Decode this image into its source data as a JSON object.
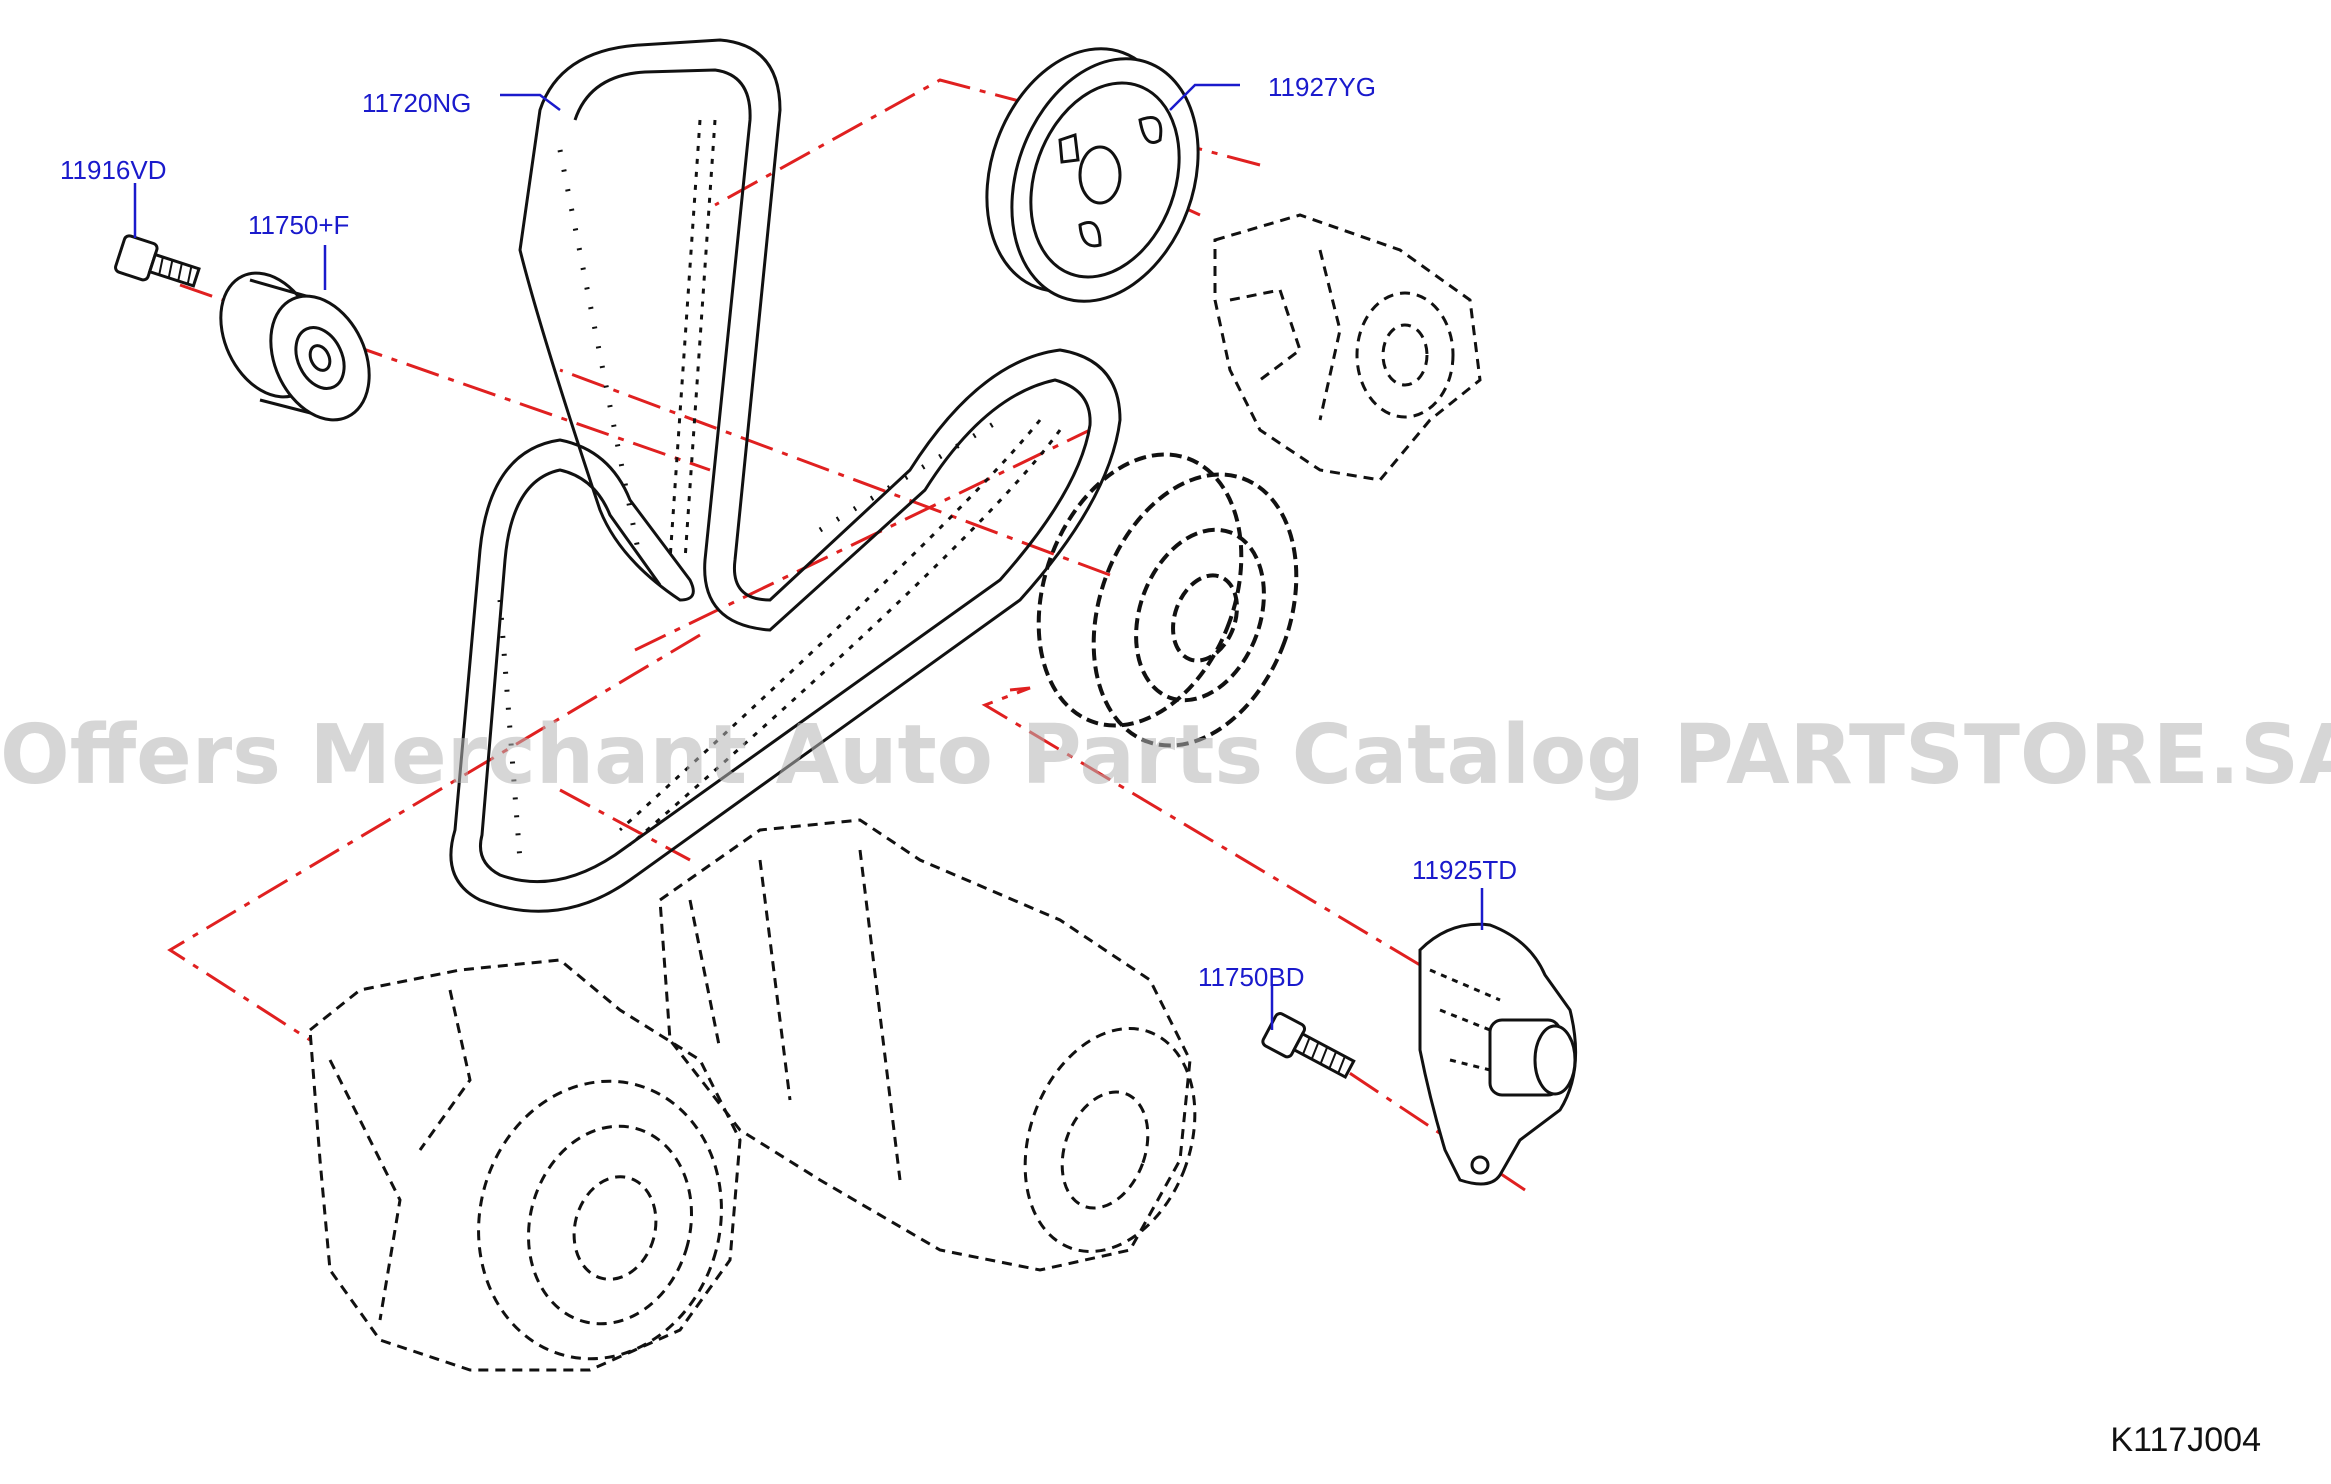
{
  "parts": [
    {
      "id": "p1",
      "number": "11916VD"
    },
    {
      "id": "p2",
      "number": "11750+F"
    },
    {
      "id": "p3",
      "number": "11720NG"
    },
    {
      "id": "p4",
      "number": "11927YG"
    },
    {
      "id": "p5",
      "number": "11925TD"
    },
    {
      "id": "p6",
      "number": "11750BD"
    }
  ],
  "watermark": "Offers Merchant Auto Parts Catalog PARTSTORE.SA",
  "diagram_code": "K117J004",
  "colors": {
    "label": "#1a1acc",
    "centerline": "#e02020",
    "line": "#111111",
    "watermark": "#b4b4b4"
  }
}
